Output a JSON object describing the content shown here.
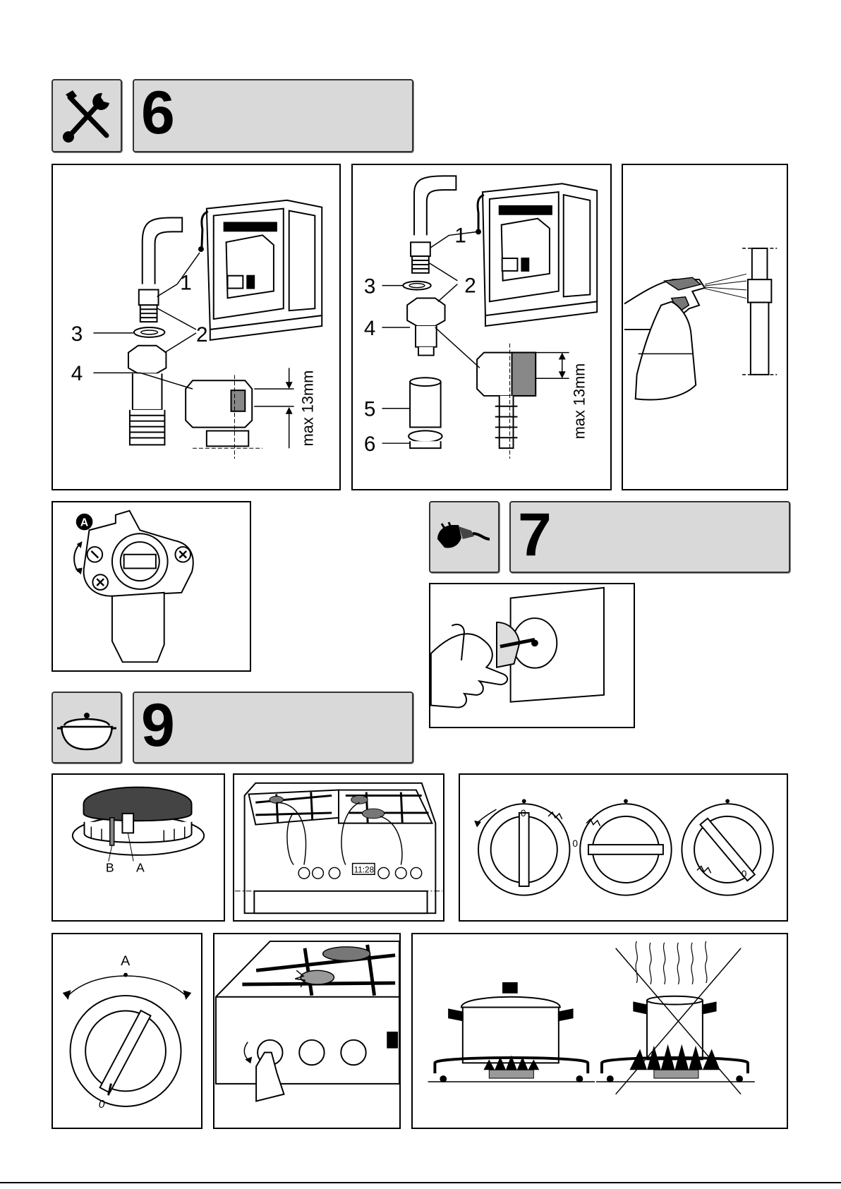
{
  "sections": {
    "s6": {
      "number": "6",
      "icon": "tools-icon"
    },
    "s7": {
      "number": "7",
      "icon": "plug-icon"
    },
    "s9": {
      "number": "9",
      "icon": "cooking-pot-icon"
    }
  },
  "fig_connection_1": {
    "callouts": [
      "1",
      "2",
      "3",
      "4"
    ],
    "dimension": "max 13mm"
  },
  "fig_connection_2": {
    "callouts": [
      "1",
      "2",
      "3",
      "4",
      "5",
      "6"
    ],
    "dimension": "max 13mm"
  },
  "fig_valve": {
    "marker": "A"
  },
  "fig_burner": {
    "label_b": "B",
    "label_a": "A"
  },
  "fig_oven": {
    "display": "11:28"
  },
  "fig_knobs": {
    "zero": "0"
  },
  "fig_knob_range": {
    "label": "A",
    "zero": "0"
  }
}
